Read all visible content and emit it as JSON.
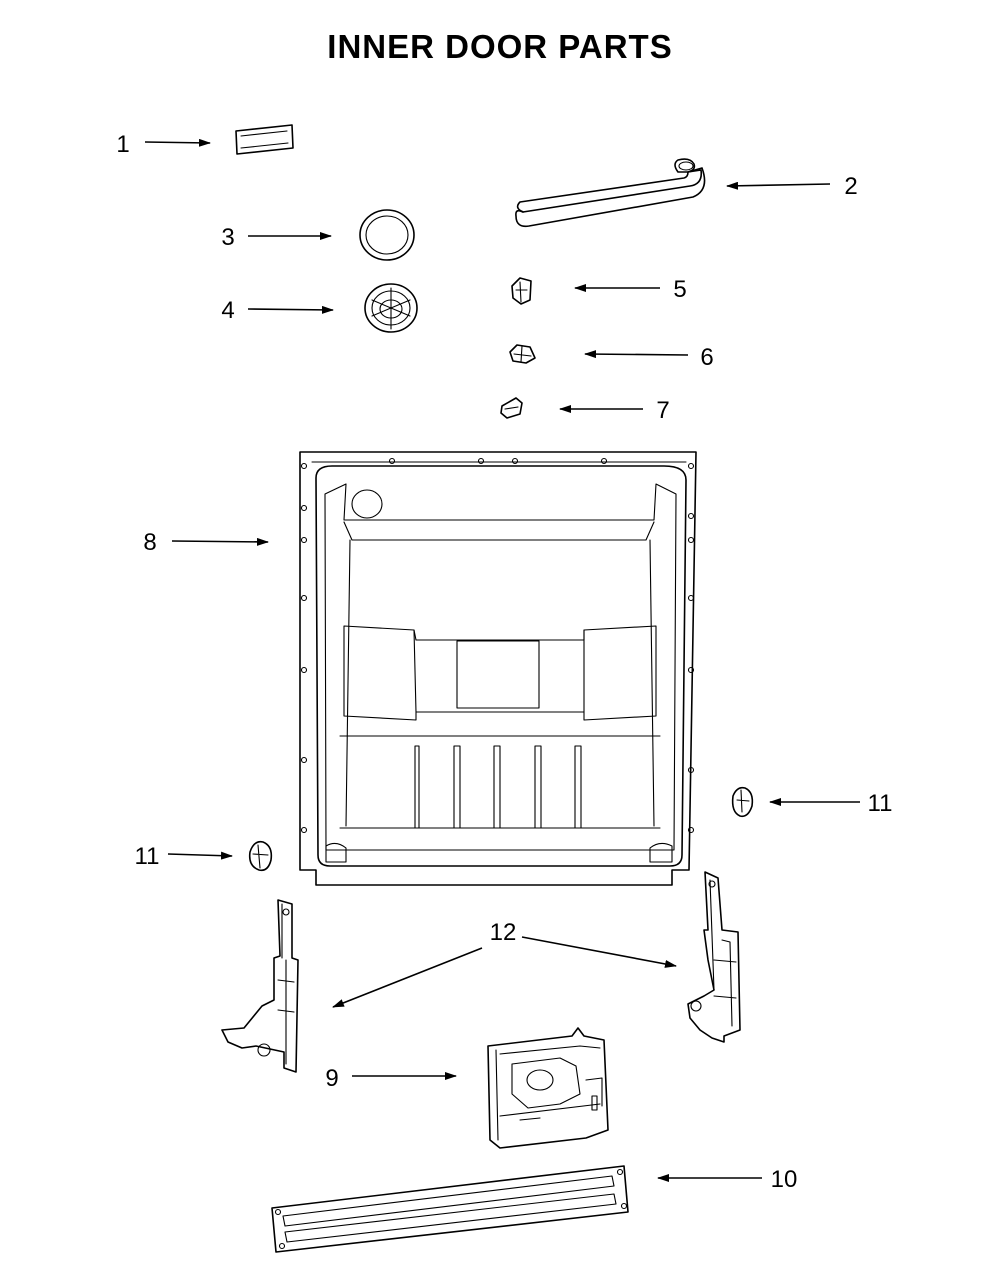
{
  "title": "INNER DOOR PARTS",
  "callouts": [
    "1",
    "2",
    "3",
    "4",
    "5",
    "6",
    "7",
    "8",
    "11",
    "11",
    "12",
    "9",
    "10"
  ]
}
